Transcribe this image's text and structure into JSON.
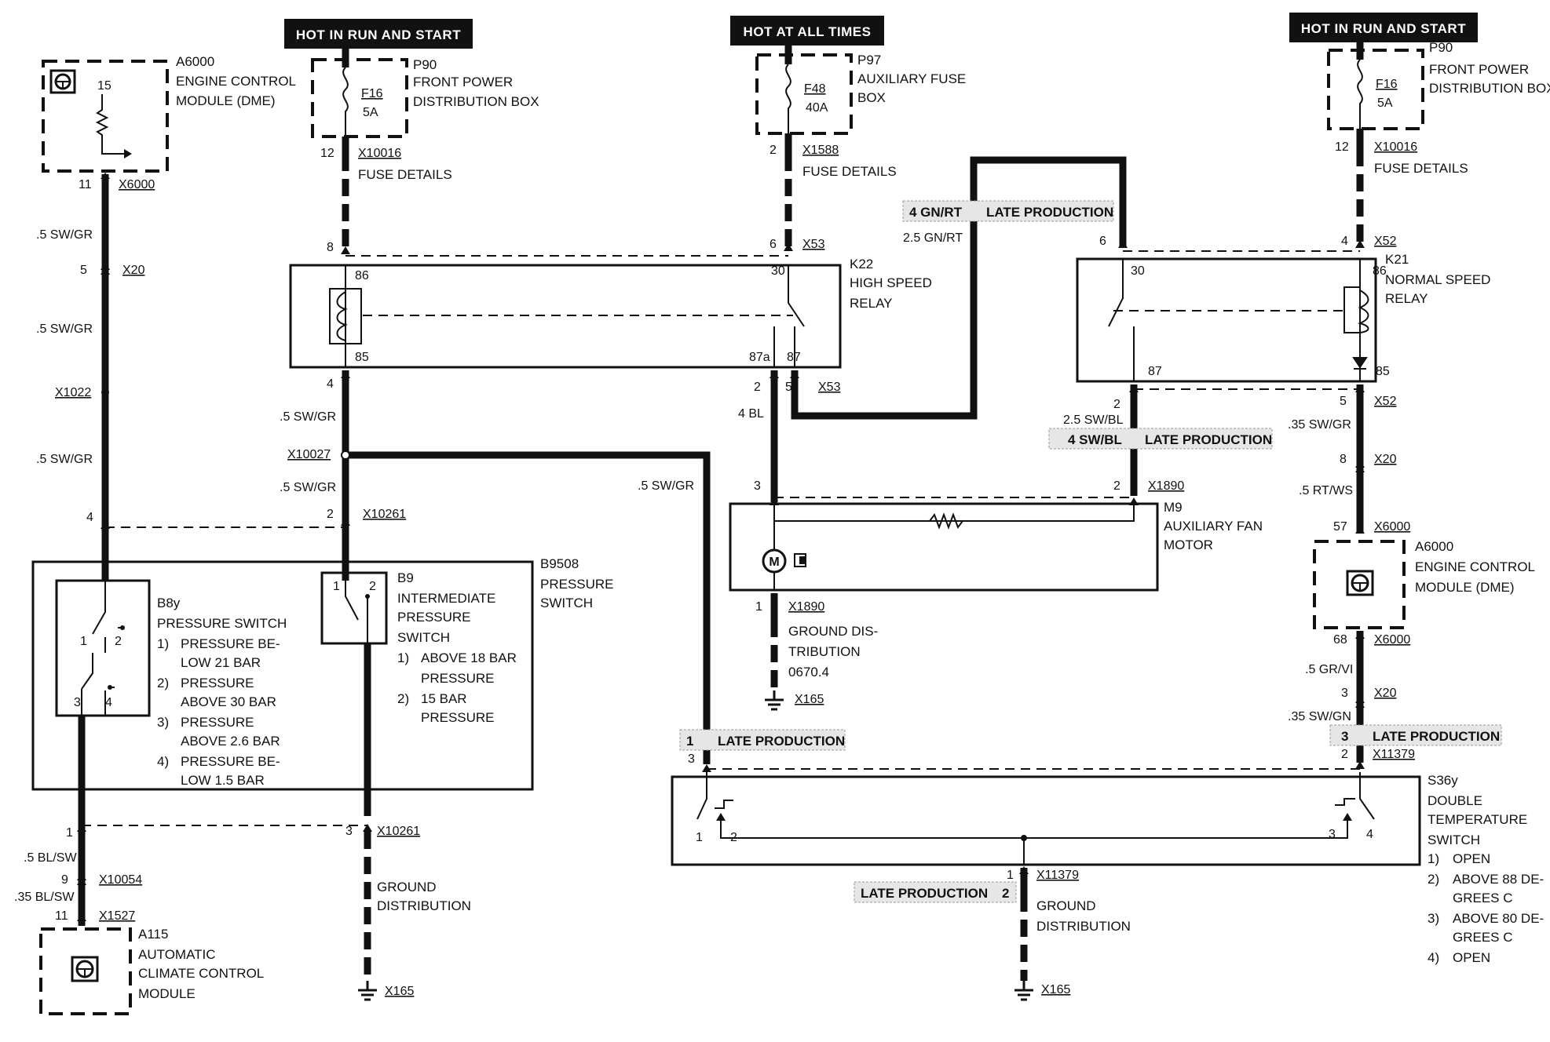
{
  "power_labels": {
    "left": "HOT IN RUN AND START",
    "middle": "HOT AT ALL TIMES",
    "right": "HOT IN RUN AND START"
  },
  "a6000_top": {
    "code": "A6000",
    "line1": "ENGINE CONTROL",
    "line2": "MODULE (DME)",
    "pin_top": "15",
    "pin": "11",
    "connector": "X6000"
  },
  "p90_left": {
    "code": "P90",
    "line1": "FRONT POWER",
    "line2": "DISTRIBUTION BOX",
    "fuse": "F16",
    "rating": "5A",
    "pin": "12",
    "connector": "X10016",
    "note": "FUSE DETAILS"
  },
  "p97": {
    "code": "P97",
    "line1": "AUXILIARY FUSE",
    "line2": "BOX",
    "fuse": "F48",
    "rating": "40A",
    "pin": "2",
    "connector": "X1588",
    "note": "FUSE DETAILS"
  },
  "p90_right": {
    "code": "P90",
    "line1": "FRONT POWER",
    "line2": "DISTRIBUTION BOX",
    "fuse": "F16",
    "rating": "5A",
    "pin": "12",
    "connector": "X10016",
    "note": "FUSE DETAILS"
  },
  "late_production": "LATE PRODUCTION",
  "wires": {
    "w_4gnrt": "4 GN/RT",
    "w_25gnrt": "2.5 GN/RT",
    "w_sw_gr": ".5 SW/GR",
    "w_4bl": "4 BL",
    "w_25swbl": "2.5 SW/BL",
    "w_4swbl": "4 SW/BL",
    "w_35swgr": ".35 SW/GR",
    "w_5rtws": ".5 RT/WS",
    "w_5grvi": ".5 GR/VI",
    "w_35swgn": ".35 SW/GN",
    "w_5blsw": ".5 BL/SW",
    "w_35blsw": ".35  BL/SW"
  },
  "connectors": {
    "x20": "X20",
    "x1022": "X1022",
    "x53": "X53",
    "x10027": "X10027",
    "x10261": "X10261",
    "x52": "X52",
    "x1890": "X1890",
    "x6000": "X6000",
    "x11379": "X11379",
    "x10054": "X10054",
    "x1527": "X1527",
    "x165": "X165"
  },
  "pins": {
    "p5": "5",
    "p4": "4",
    "p2": "2",
    "p8": "8",
    "p6": "6",
    "p3": "3",
    "p1": "1",
    "p57": "57",
    "p68": "68",
    "p9": "9",
    "p11": "11",
    "p12": "12"
  },
  "k22": {
    "code": "K22",
    "line1": "HIGH SPEED",
    "line2": "RELAY",
    "pin86": "86",
    "pin85": "85",
    "pin30": "30",
    "pin87a": "87a",
    "pin87": "87"
  },
  "k21": {
    "code": "K21",
    "line1": "NORMAL SPEED",
    "line2": "RELAY",
    "pin30": "30",
    "pin86": "86",
    "pin87": "87",
    "pin85": "85"
  },
  "m9": {
    "code": "M9",
    "line1": "AUXILIARY FAN",
    "line2": "MOTOR",
    "motor_glyph": "M"
  },
  "ground_mid": {
    "line1": "GROUND DIS-",
    "line2": "TRIBUTION",
    "line3": "0670.4"
  },
  "a6000_bottom": {
    "code": "A6000",
    "line1": "ENGINE CONTROL",
    "line2": "MODULE (DME)"
  },
  "b9508": {
    "code": "B9508",
    "line1": "PRESSURE",
    "line2": "SWITCH"
  },
  "b8y": {
    "code": "B8y",
    "title": "PRESSURE SWITCH",
    "notes": [
      {
        "num": "1)",
        "a": "PRESSURE BE-",
        "b": "LOW 21 BAR"
      },
      {
        "num": "2)",
        "a": "PRESSURE",
        "b": "ABOVE 30 BAR"
      },
      {
        "num": "3)",
        "a": "PRESSURE",
        "b": "ABOVE 2.6 BAR"
      },
      {
        "num": "4)",
        "a": "PRESSURE BE-",
        "b": "LOW 1.5 BAR"
      }
    ]
  },
  "b9": {
    "code": "B9",
    "line1": "INTERMEDIATE",
    "line2": "PRESSURE",
    "line3": "SWITCH",
    "notes": [
      {
        "num": "1)",
        "a": "ABOVE 18 BAR",
        "b": "PRESSURE"
      },
      {
        "num": "2)",
        "a": "15 BAR",
        "b": "PRESSURE"
      }
    ]
  },
  "ground_left": {
    "line1": "GROUND",
    "line2": "DISTRIBUTION"
  },
  "ground_right": {
    "line1": "GROUND",
    "line2": "DISTRIBUTION"
  },
  "a115": {
    "code": "A115",
    "line1": "AUTOMATIC",
    "line2": "CLIMATE CONTROL",
    "line3": "MODULE"
  },
  "s36y": {
    "code": "S36y",
    "line1": "DOUBLE",
    "line2": "TEMPERATURE",
    "line3": "SWITCH",
    "notes": [
      {
        "num": "1)",
        "a": "OPEN",
        "b": ""
      },
      {
        "num": "2)",
        "a": "ABOVE 88 DE-",
        "b": "GREES C"
      },
      {
        "num": "3)",
        "a": "ABOVE 80 DE-",
        "b": "GREES C"
      },
      {
        "num": "4)",
        "a": "OPEN",
        "b": ""
      }
    ]
  }
}
